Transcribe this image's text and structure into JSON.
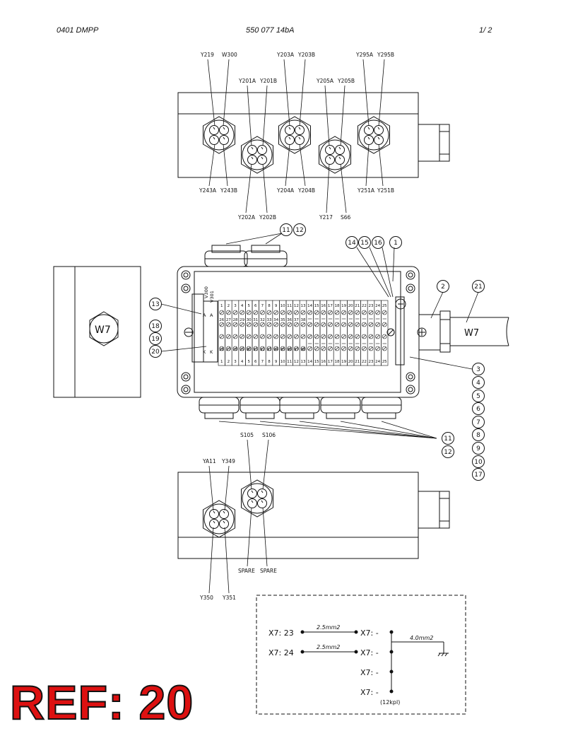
{
  "header": {
    "left": "0401 DMPP",
    "center": "550 077 14bA",
    "right": "1/  2"
  },
  "top_view": {
    "labels_top": [
      "Y219",
      "W300",
      "Y203A",
      "Y203B",
      "Y295A",
      "Y295B"
    ],
    "labels_mid": [
      "Y201A",
      "Y201B",
      "Y205A",
      "Y205B"
    ],
    "labels_bottom": [
      "Y243A",
      "Y243B",
      "Y204A",
      "Y204B",
      "Y251A",
      "Y251B"
    ],
    "labels_lower": [
      "Y202A",
      "Y202B",
      "Y217",
      "S66"
    ]
  },
  "side_view": {
    "hex_label": "W7"
  },
  "box": {
    "terminal_numbers": [
      "1",
      "2",
      "3",
      "4",
      "5",
      "6",
      "7",
      "8",
      "9",
      "10",
      "11",
      "12",
      "13",
      "14",
      "15",
      "16",
      "17",
      "18",
      "19",
      "20",
      "21",
      "22",
      "23",
      "24",
      "25"
    ],
    "terminal_numbers_row2": [
      "26",
      "27",
      "28",
      "29",
      "30",
      "31",
      "32",
      "33",
      "34",
      "35",
      "36",
      "37",
      "38"
    ],
    "side_labels": [
      "V300",
      "V301"
    ],
    "side_letters": [
      "A",
      "A",
      "K",
      "K"
    ],
    "cable_label": "W7"
  },
  "callouts": [
    "11",
    "12",
    "14",
    "15",
    "16",
    "1",
    "2",
    "21",
    "13",
    "18",
    "19",
    "20",
    "3",
    "4",
    "5",
    "6",
    "7",
    "8",
    "9",
    "10",
    "17",
    "11",
    "12"
  ],
  "bottom_view": {
    "labels_top": [
      "S105",
      "S106",
      "YA11",
      "Y349"
    ],
    "labels_bottom": [
      "Y350",
      "Y351",
      "SPARE",
      "SPARE"
    ]
  },
  "wiring": {
    "rows": [
      {
        "from": "X7: 23",
        "wire": "2.5mm2",
        "to": "X7: -"
      },
      {
        "from": "X7: 24",
        "wire": "2.5mm2",
        "to": "X7: -"
      },
      {
        "from": "",
        "wire": "",
        "to": "X7: -"
      },
      {
        "from": "",
        "wire": "",
        "to": "X7: -"
      }
    ],
    "ground_wire": "4.0mm2",
    "note": "(12kpl)"
  },
  "ref_label": "REF: 20"
}
